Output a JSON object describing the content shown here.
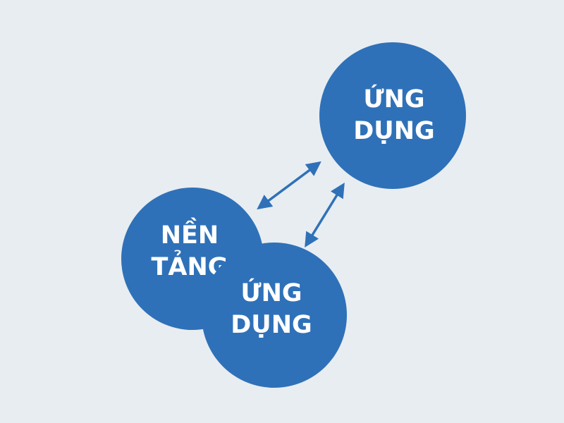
{
  "diagram": {
    "nodes": [
      {
        "id": "app-top",
        "line1": "ỨNG",
        "line2": "DỤNG"
      },
      {
        "id": "platform",
        "line1": "NỀN",
        "line2": "TẢNG"
      },
      {
        "id": "app-bottom",
        "line1": "ỨNG",
        "line2": "DỤNG"
      }
    ],
    "connections": [
      {
        "from": "platform",
        "to": "app-top",
        "direction": "bidirectional"
      },
      {
        "from": "app-bottom",
        "to": "app-top",
        "direction": "bidirectional"
      }
    ]
  },
  "colors": {
    "background": "#e8edf1",
    "node_fill": "#2f71b8",
    "node_text": "#ffffff",
    "arrow": "#2f71b8"
  }
}
